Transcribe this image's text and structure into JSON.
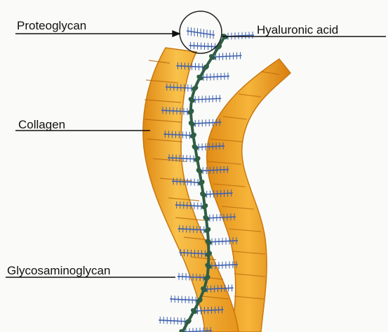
{
  "labels": {
    "proteoglycan": "Proteoglycan",
    "hyaluronic_acid": "Hyaluronic acid",
    "collagen": "Collagen",
    "glycosaminoglycan": "Glycosaminoglycan"
  },
  "colors": {
    "collagen_fill": "#f2a72a",
    "collagen_edge": "#c9780f",
    "collagen_band": "#b86a0c",
    "hyaluronic_chain": "#2f5e45",
    "gag_bristles": "#3d5fb0",
    "leader_line": "#111111"
  }
}
